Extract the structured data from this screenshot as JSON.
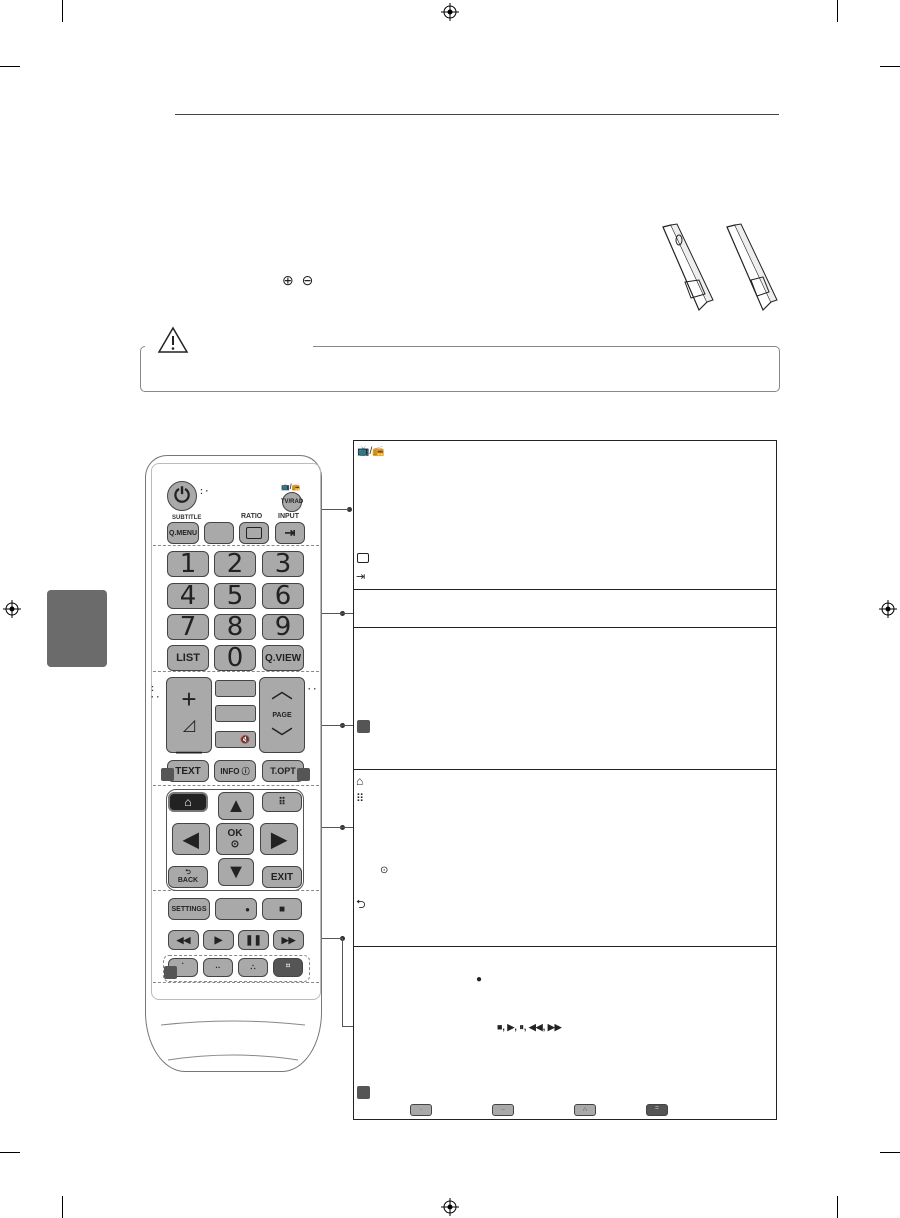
{
  "remote": {
    "power_label": "⏻",
    "subtitle_label": "SUBTITLE",
    "tvrad_icon_label": "📺/📻",
    "tvrad_label": "TV/RAD",
    "ratio_label": "RATIO",
    "input_label": "INPUT",
    "qmenu_label": "Q.MENU",
    "numbers": [
      "1",
      "2",
      "3",
      "4",
      "5",
      "6",
      "7",
      "8",
      "9"
    ],
    "zero": "0",
    "list_label": "LIST",
    "qview_label": "Q.VIEW",
    "page_label": "PAGE",
    "text_label": "TEXT",
    "info_label": "INFO ⓘ",
    "topt_label": "T.OPT",
    "ok_label": "OK",
    "back_label": "BACK",
    "exit_label": "EXIT",
    "settings_label": "SETTINGS"
  },
  "panel": {
    "plus_minus_glyphs": "⊕ ⊖",
    "sec1_icons": "📺/📻",
    "media_icons": "■, ▶, ⏸, ◀◀, ▶▶",
    "record_dot": "●"
  },
  "colors": {
    "button": "#a9a9a9",
    "tab": "#6b6b6b",
    "marker": "#555555"
  }
}
